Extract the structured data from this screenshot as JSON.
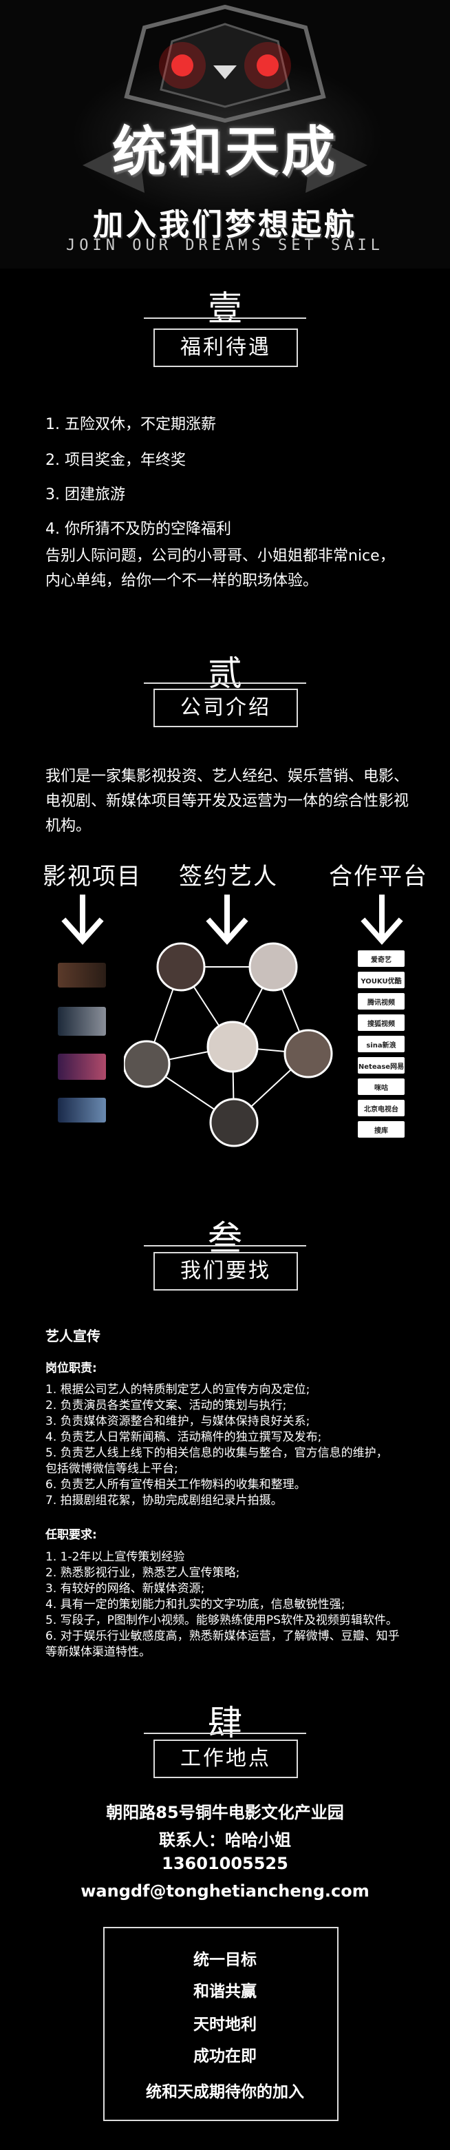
{
  "hero": {
    "title": "统和天成",
    "subtitle": "加入我们梦想起航",
    "english": "JOIN OUR DREAMS SET SAIL"
  },
  "section1": {
    "number": "壹",
    "title": "福利待遇",
    "items": [
      "1. 五险双休，不定期涨薪",
      "2. 项目奖金，年终奖",
      "3. 团建旅游",
      "4. 你所猜不及防的空降福利"
    ],
    "paragraph": "告别人际问题，公司的小哥哥、小姐姐都非常nice，内心单纯，给你一个不一样的职场体验。"
  },
  "section2": {
    "number": "贰",
    "title": "公司介绍",
    "paragraph": "我们是一家集影视投资、艺人经纪、娱乐营销、电影、电视剧、新媒体项目等开发及运营为一体的综合性影视机构。",
    "columns": [
      "影视项目",
      "签约艺人",
      "合作平台"
    ],
    "platforms": [
      "爱奇艺",
      "YOUKU优酷",
      "腾讯视频",
      "搜狐视频",
      "sina新浪",
      "Netease网易",
      "咪咕",
      "北京电视台",
      "搜库"
    ]
  },
  "section3": {
    "number": "叁",
    "title": "我们要找",
    "role": "艺人宣传",
    "duties_title": "岗位职责:",
    "duties": [
      "1. 根据公司艺人的特质制定艺人的宣传方向及定位;",
      "2. 负责演员各类宣传文案、活动的策划与执行;",
      "3. 负责媒体资源整合和维护，与媒体保持良好关系;",
      "4. 负责艺人日常新闻稿、活动稿件的独立撰写及发布;",
      "5. 负责艺人线上线下的相关信息的收集与整合，官方信息的维护，",
      "包括微博微信等线上平台;",
      "6. 负责艺人所有宣传相关工作物料的收集和整理。",
      "7. 拍摄剧组花絮，协助完成剧组纪录片拍摄。"
    ],
    "req_title": "任职要求:",
    "requirements": [
      "1. 1-2年以上宣传策划经验",
      "2. 熟悉影视行业，熟悉艺人宣传策略;",
      "3. 有较好的网络、新媒体资源;",
      "4. 具有一定的策划能力和扎实的文字功底，信息敏锐性强;",
      "5. 写段子，P图制作小视频。能够熟练使用PS软件及视频剪辑软件。",
      "6. 对于娱乐行业敏感度高，熟悉新媒体运营，了解微博、豆瓣、知乎",
      "等新媒体渠道特性。"
    ]
  },
  "section4": {
    "number": "肆",
    "title": "工作地点",
    "address": "朝阳路85号铜牛电影文化产业园",
    "contact": "联系人：哈哈小姐",
    "phone": "13601005525",
    "email": "wangdf@tonghetiancheng.com"
  },
  "final": [
    "统一目标",
    "和谐共赢",
    "天时地利",
    "成功在即",
    "统和天成期待你的加入"
  ]
}
